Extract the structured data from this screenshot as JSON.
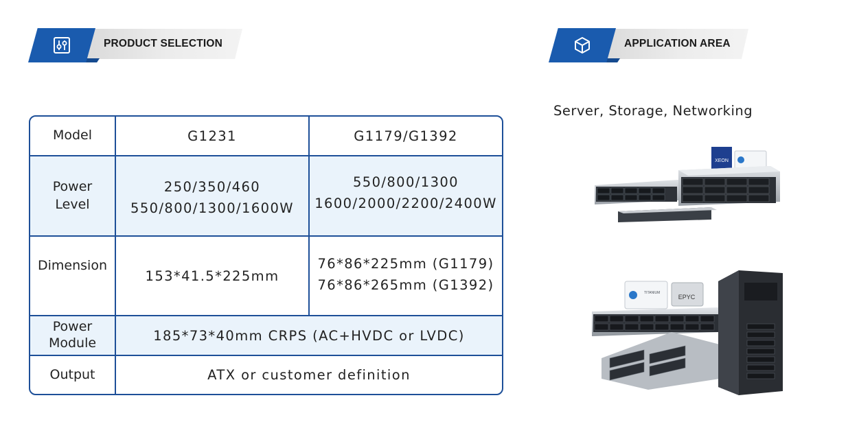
{
  "product_selection": {
    "title": "PRODUCT SELECTION",
    "icon": "sliders-icon"
  },
  "application_area": {
    "title": "APPLICATION AREA",
    "icon": "cube-icon",
    "text": "Server, Storage, Networking",
    "images": [
      "rack-servers-image",
      "tower-and-blade-servers-image"
    ],
    "logo_text": {
      "xeon": "XEON",
      "titanium": "TITANIUM",
      "epyc": "EPYC"
    }
  },
  "table": {
    "header": {
      "label": "Model",
      "col1": "G1231",
      "col2": "G1179/G1392"
    },
    "power_level": {
      "label_line1": "Power",
      "label_line2": "Level",
      "col1_line1": "250/350/460",
      "col1_line2": "550/800/1300/1600W",
      "col2_line1": "550/800/1300",
      "col2_line2": "1600/2000/2200/2400W"
    },
    "dimension": {
      "label": "Dimension",
      "col1": "153*41.5*225mm",
      "col2_line1": "76*86*225mm (G1179)",
      "col2_line2": "76*86*265mm (G1392)"
    },
    "power_module": {
      "label_line1": "Power",
      "label_line2": "Module",
      "value": "185*73*40mm CRPS (AC+HVDC or LVDC)"
    },
    "output": {
      "label": "Output",
      "value": "ATX or customer definition"
    }
  },
  "colors": {
    "brand_blue": "#1a5bae",
    "border_blue": "#1d4f98",
    "row_shade": "#eaf3fb"
  }
}
